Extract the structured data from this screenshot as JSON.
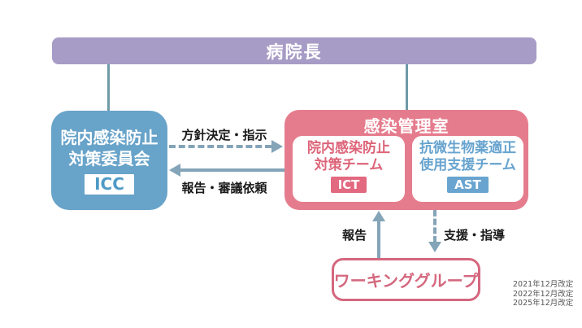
{
  "director": {
    "label": "病院長"
  },
  "icc": {
    "line1": "院内感染防止",
    "line2": "対策委員会",
    "badge": "ICC"
  },
  "office": {
    "title": "感染管理室",
    "ict": {
      "line1": "院内感染防止",
      "line2": "対策チーム",
      "badge": "ICT"
    },
    "ast": {
      "line1": "抗微生物薬適正",
      "line2": "使用支援チーム",
      "badge": "AST"
    }
  },
  "arrows": {
    "policy": "方針決定・指示",
    "report_request": "報告・審議依頼",
    "report": "報告",
    "support": "支援・指導"
  },
  "working_group": {
    "label": "ワーキンググループ"
  },
  "revisions": [
    "2021年12月改定",
    "2022年12月改定",
    "2025年12月改定"
  ],
  "colors": {
    "director_bar": "#a79cc6",
    "icc_blue": "#68a3c9",
    "office_pink": "#e57c8d",
    "ast_blue": "#68a4cf",
    "connector_teal": "#6f9aa8",
    "arrow_blue_gray": "#84a4b8",
    "working_group_pink": "#d4677e",
    "label_text": "#1a1a1a",
    "revision_text": "#555555"
  }
}
